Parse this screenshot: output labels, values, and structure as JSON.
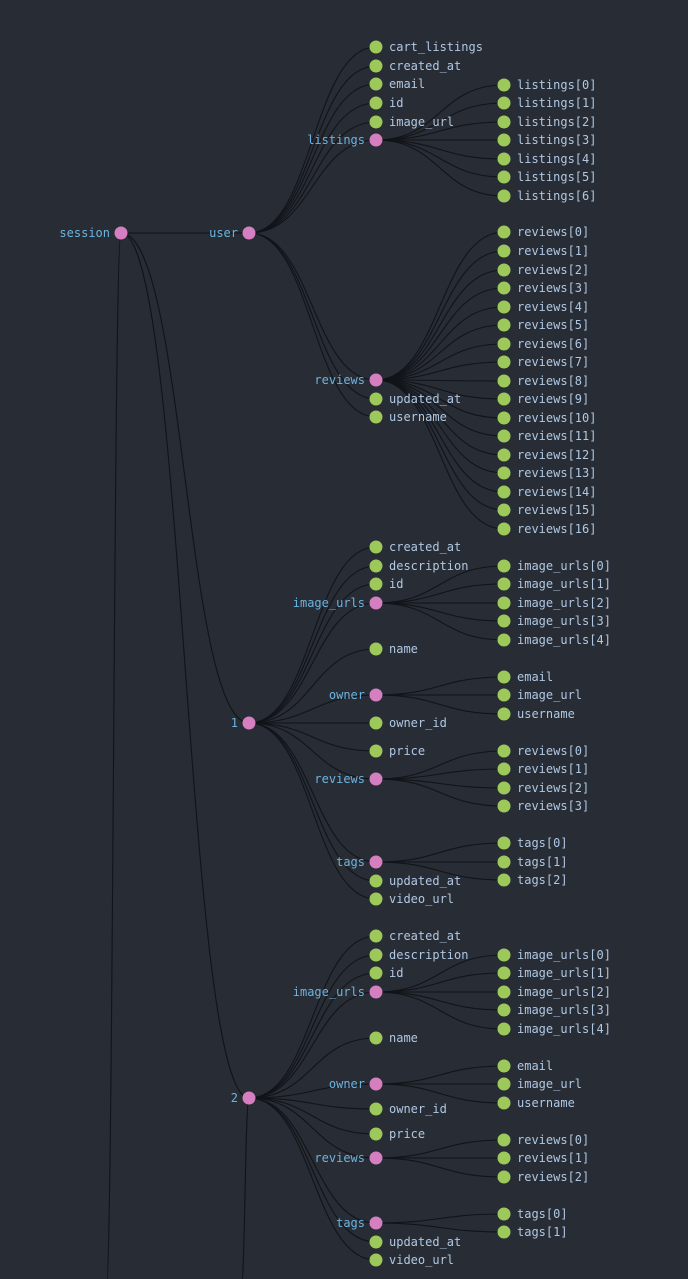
{
  "colors": {
    "background": "#282c34",
    "parent_node": "#d67fc0",
    "leaf_node": "#9dc95a",
    "edge": "#111418",
    "parent_label": "#6cb4e0",
    "leaf_label": "#b0c8e4"
  },
  "tree": {
    "label": "session",
    "children": [
      {
        "label": "user",
        "children": [
          {
            "label": "cart_listings"
          },
          {
            "label": "created_at"
          },
          {
            "label": "email"
          },
          {
            "label": "id"
          },
          {
            "label": "image_url"
          },
          {
            "label": "listings",
            "children": [
              {
                "label": "listings[0]"
              },
              {
                "label": "listings[1]"
              },
              {
                "label": "listings[2]"
              },
              {
                "label": "listings[3]"
              },
              {
                "label": "listings[4]"
              },
              {
                "label": "listings[5]"
              },
              {
                "label": "listings[6]"
              }
            ]
          },
          {
            "label": "reviews",
            "children": [
              {
                "label": "reviews[0]"
              },
              {
                "label": "reviews[1]"
              },
              {
                "label": "reviews[2]"
              },
              {
                "label": "reviews[3]"
              },
              {
                "label": "reviews[4]"
              },
              {
                "label": "reviews[5]"
              },
              {
                "label": "reviews[6]"
              },
              {
                "label": "reviews[7]"
              },
              {
                "label": "reviews[8]"
              },
              {
                "label": "reviews[9]"
              },
              {
                "label": "reviews[10]"
              },
              {
                "label": "reviews[11]"
              },
              {
                "label": "reviews[12]"
              },
              {
                "label": "reviews[13]"
              },
              {
                "label": "reviews[14]"
              },
              {
                "label": "reviews[15]"
              },
              {
                "label": "reviews[16]"
              }
            ]
          },
          {
            "label": "updated_at"
          },
          {
            "label": "username"
          }
        ]
      },
      {
        "label": "1",
        "children": [
          {
            "label": "created_at"
          },
          {
            "label": "description"
          },
          {
            "label": "id"
          },
          {
            "label": "image_urls",
            "children": [
              {
                "label": "image_urls[0]"
              },
              {
                "label": "image_urls[1]"
              },
              {
                "label": "image_urls[2]"
              },
              {
                "label": "image_urls[3]"
              },
              {
                "label": "image_urls[4]"
              }
            ]
          },
          {
            "label": "name"
          },
          {
            "label": "owner",
            "children": [
              {
                "label": "email"
              },
              {
                "label": "image_url"
              },
              {
                "label": "username"
              }
            ]
          },
          {
            "label": "owner_id"
          },
          {
            "label": "price"
          },
          {
            "label": "reviews",
            "children": [
              {
                "label": "reviews[0]"
              },
              {
                "label": "reviews[1]"
              },
              {
                "label": "reviews[2]"
              },
              {
                "label": "reviews[3]"
              }
            ]
          },
          {
            "label": "tags",
            "children": [
              {
                "label": "tags[0]"
              },
              {
                "label": "tags[1]"
              },
              {
                "label": "tags[2]"
              }
            ]
          },
          {
            "label": "updated_at"
          },
          {
            "label": "video_url"
          }
        ]
      },
      {
        "label": "2",
        "children": [
          {
            "label": "created_at"
          },
          {
            "label": "description"
          },
          {
            "label": "id"
          },
          {
            "label": "image_urls",
            "children": [
              {
                "label": "image_urls[0]"
              },
              {
                "label": "image_urls[1]"
              },
              {
                "label": "image_urls[2]"
              },
              {
                "label": "image_urls[3]"
              },
              {
                "label": "image_urls[4]"
              }
            ]
          },
          {
            "label": "name"
          },
          {
            "label": "owner",
            "children": [
              {
                "label": "email"
              },
              {
                "label": "image_url"
              },
              {
                "label": "username"
              }
            ]
          },
          {
            "label": "owner_id"
          },
          {
            "label": "price"
          },
          {
            "label": "reviews",
            "children": [
              {
                "label": "reviews[0]"
              },
              {
                "label": "reviews[1]"
              },
              {
                "label": "reviews[2]"
              }
            ]
          },
          {
            "label": "tags",
            "children": [
              {
                "label": "tags[0]"
              },
              {
                "label": "tags[1]"
              }
            ]
          },
          {
            "label": "updated_at"
          },
          {
            "label": "video_url"
          }
        ]
      }
    ]
  }
}
